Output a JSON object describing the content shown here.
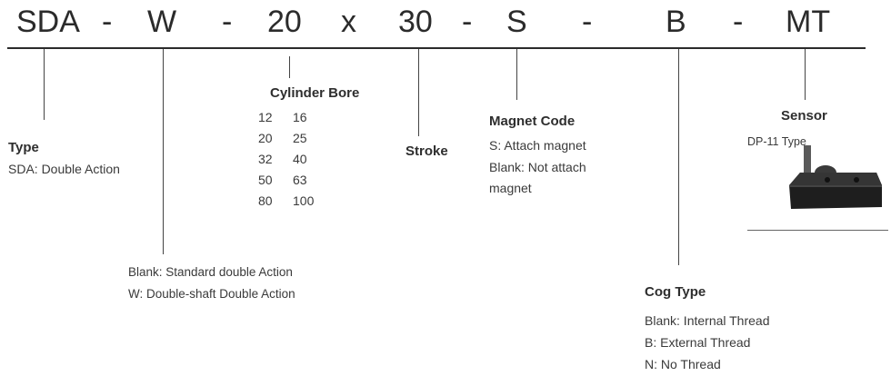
{
  "code": {
    "parts": [
      "SDA",
      "-",
      "W",
      "-",
      "20",
      "x",
      "30",
      "-",
      "S",
      "-",
      "B",
      "-",
      "MT"
    ]
  },
  "type": {
    "title": "Type",
    "desc": "SDA: Double Action"
  },
  "shaft": {
    "lines": [
      "Blank: Standard double Action",
      "W: Double-shaft Double Action"
    ]
  },
  "bore": {
    "title": "Cylinder Bore",
    "rows": [
      [
        "12",
        "16"
      ],
      [
        "20",
        "25"
      ],
      [
        "32",
        "40"
      ],
      [
        "50",
        "63"
      ],
      [
        "80",
        "100"
      ]
    ]
  },
  "stroke": {
    "title": "Stroke"
  },
  "magnet": {
    "title": "Magnet Code",
    "lines": [
      "S: Attach magnet",
      "Blank: Not attach",
      "magnet"
    ]
  },
  "sensor": {
    "title": "Sensor",
    "type": "DP-11 Type"
  },
  "cog": {
    "title": "Cog Type",
    "lines": [
      "Blank: Internal Thread",
      "B: External Thread",
      "N: No Thread"
    ]
  },
  "colors": {
    "text": "#2a2a2a",
    "line": "#444444",
    "sensor_body": "#1e1e1e"
  }
}
